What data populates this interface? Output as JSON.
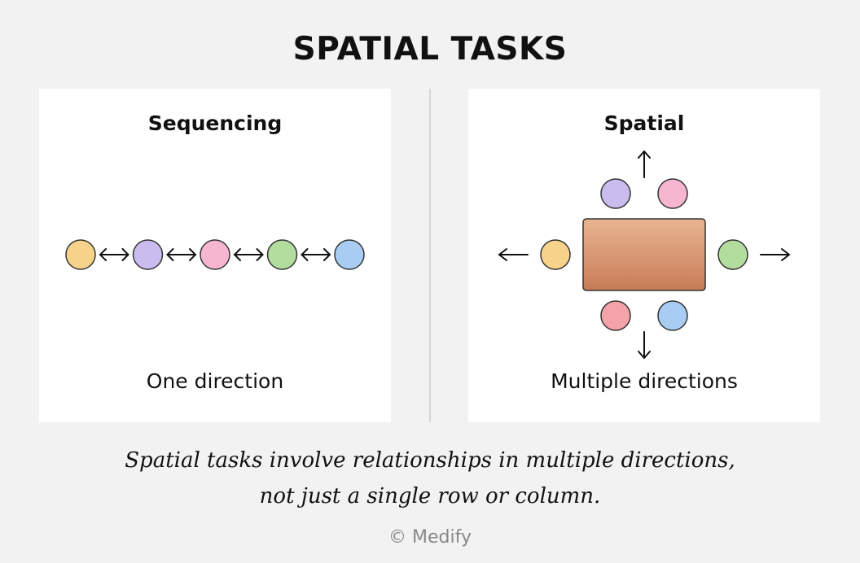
{
  "title": "SPATIAL TASKS",
  "left_panel": {
    "title": "Sequencing",
    "caption": "One direction",
    "circles": [
      {
        "color": "#f7d28a",
        "name": "yellow"
      },
      {
        "color": "#cbbcf0",
        "name": "purple"
      },
      {
        "color": "#f7b6cf",
        "name": "pink"
      },
      {
        "color": "#b3dc9f",
        "name": "green"
      },
      {
        "color": "#a9cdf2",
        "name": "blue"
      }
    ],
    "connector_symbol": "↔"
  },
  "right_panel": {
    "title": "Spatial",
    "caption": "Multiple directions",
    "colors": {
      "top_left": "#cbbcf0",
      "top_right": "#f7b6cf",
      "left": "#f7d28a",
      "right": "#b3dc9f",
      "bottom_left": "#f4a3a8",
      "bottom_right": "#a9cdf2",
      "block_top": "#e8b592",
      "block_bottom": "#c77c56"
    },
    "arrows": {
      "up": "↑",
      "down": "↓",
      "left": "←",
      "right": "→"
    }
  },
  "footer": {
    "line1": "Spatial tasks involve relationships in multiple directions,",
    "line2": "not just a single row or column."
  },
  "copyright": "© Medify"
}
